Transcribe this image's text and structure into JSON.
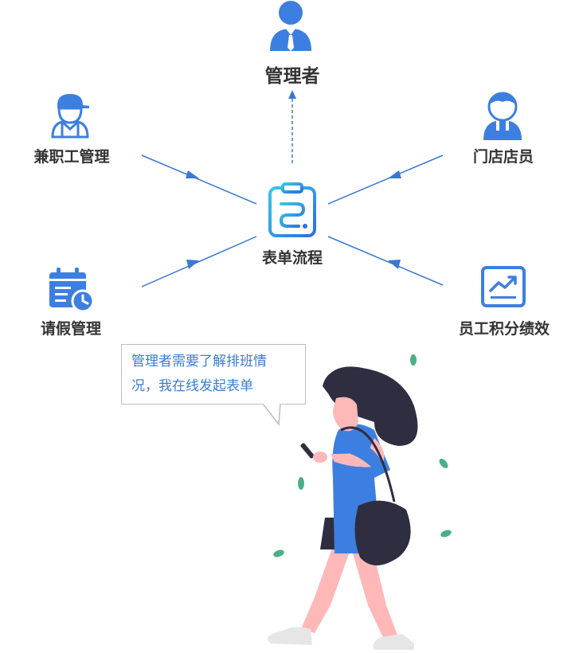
{
  "colors": {
    "accent": "#3a78d4",
    "icon_blue": "#3d7fe0",
    "text": "#333333",
    "bubble_text": "#3b7bd4",
    "leaf": "#4ab084"
  },
  "center": {
    "label": "表单流程",
    "icon": "clipboard-form-icon"
  },
  "nodes": {
    "manager": {
      "label": "管理者",
      "icon": "manager-person-icon"
    },
    "parttime": {
      "label": "兼职工管理",
      "icon": "worker-cap-icon"
    },
    "staff": {
      "label": "门店店员",
      "icon": "store-clerk-icon"
    },
    "leave": {
      "label": "请假管理",
      "icon": "calendar-clock-icon"
    },
    "points": {
      "label": "员工积分绩效",
      "icon": "chart-trend-icon"
    }
  },
  "bubble": {
    "line1": "管理者需要了解排班情",
    "line2": "况，我在线发起表单"
  },
  "illustration": {
    "icon": "woman-with-phone-illustration"
  }
}
